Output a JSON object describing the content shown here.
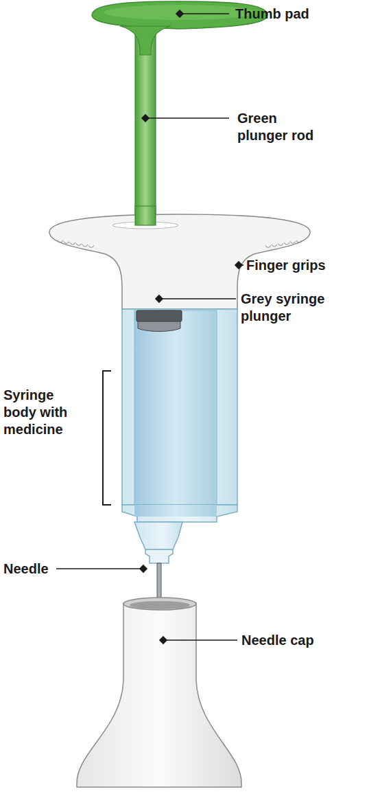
{
  "diagram": {
    "labels": [
      "Thumb pad",
      "Green plunger rod",
      "Finger grips",
      "Grey syringe plunger",
      "Syringe body with medicine",
      "Needle",
      "Needle cap"
    ]
  }
}
